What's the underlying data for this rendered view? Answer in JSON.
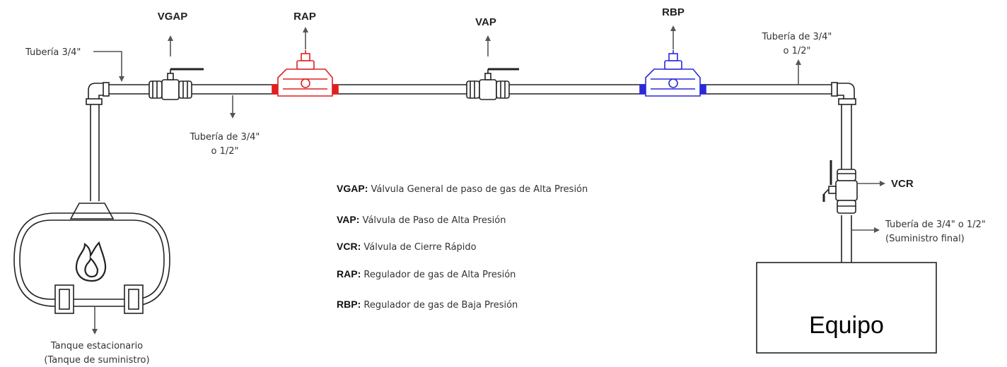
{
  "labels": {
    "vgap": "VGAP",
    "rap": "RAP",
    "vap": "VAP",
    "rbp": "RBP",
    "vcr": "VCR",
    "pipe_left": "Tubería 3/4\"",
    "pipe_mid_line1": "Tubería de 3/4\"",
    "pipe_mid_line2": "o  1/2\"",
    "pipe_right_line1": "Tubería de 3/4\"",
    "pipe_right_line2": "o  1/2\"",
    "pipe_final_line1": "Tubería de 3/4\" o  1/2\"",
    "pipe_final_line2": "(Suministro final)",
    "tank_line1": "Tanque estacionario",
    "tank_line2": "(Tanque de suministro)",
    "equipo": "Equipo"
  },
  "legend": [
    {
      "key": "VGAP",
      "sep": ":",
      "desc": " Válvula General de paso de gas de Alta Presión"
    },
    {
      "key": "VAP",
      "sep": ":",
      "desc": " Válvula de Paso de Alta Presión"
    },
    {
      "key": "VCR",
      "sep": ":",
      "desc": " Válvula de Cierre Rápido"
    },
    {
      "key": "RAP",
      "sep": ":",
      "desc": " Regulador de gas de  Alta Presión"
    },
    {
      "key": "RBP",
      "sep": ":",
      "desc": " Regulador de gas de Baja Presión"
    }
  ],
  "colors": {
    "line": "#222222",
    "arrow": "#555555",
    "rap": "#e02020",
    "rbp": "#2a2ad8",
    "legend_sep": "#d14a1a"
  },
  "icons": {
    "tank": "tank-icon",
    "flame": "flame-icon",
    "valve": "ball-valve-icon",
    "regulator": "regulator-icon"
  }
}
